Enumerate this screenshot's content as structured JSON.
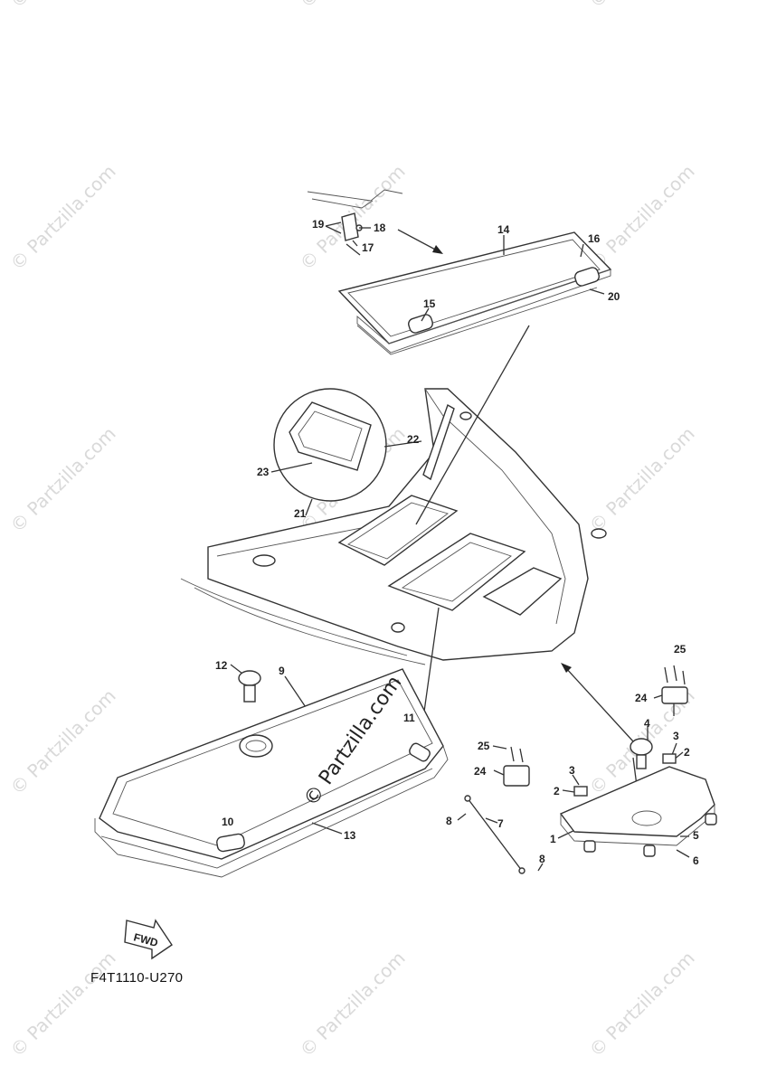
{
  "watermark": {
    "text": "© Partzilla.com"
  },
  "center_watermark": "© Partzilla.com",
  "diagram_code": "F4T1110-U270",
  "fwd_label": "FWD",
  "callouts": {
    "c1": "1",
    "c2a": "2",
    "c2b": "2",
    "c3a": "3",
    "c3b": "3",
    "c4": "4",
    "c5": "5",
    "c6": "6",
    "c7": "7",
    "c8a": "8",
    "c8b": "8",
    "c9": "9",
    "c10": "10",
    "c11": "11",
    "c12": "12",
    "c13": "13",
    "c14": "14",
    "c15": "15",
    "c16": "16",
    "c17": "17",
    "c18": "18",
    "c19": "19",
    "c20": "20",
    "c21": "21",
    "c22": "22",
    "c23": "23",
    "c24a": "24",
    "c24b": "24",
    "c25a": "25",
    "c25b": "25"
  }
}
